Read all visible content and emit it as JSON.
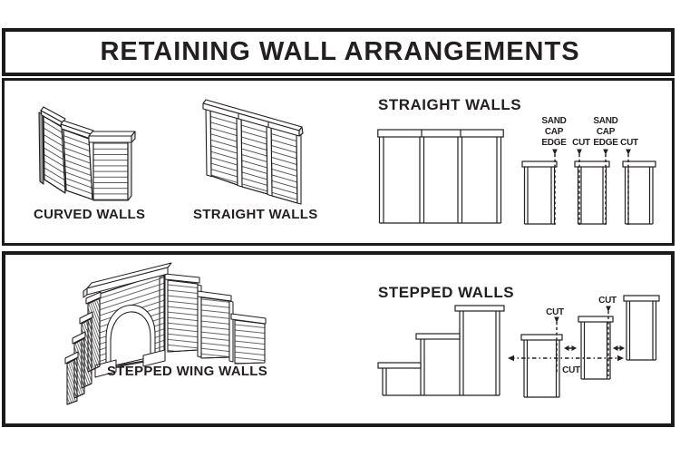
{
  "title": "RETAINING WALL ARRANGEMENTS",
  "colors": {
    "line": "#231f20",
    "border": "#1b1b1b",
    "background": "#ffffff",
    "slat_stroke": "#4a4a4a"
  },
  "top_section": {
    "curved_walls_label": "CURVED WALLS",
    "straight_walls_label": "STRAIGHT WALLS",
    "heading": "STRAIGHT WALLS",
    "cut_guide": {
      "sand_cap_edge": [
        "SAND",
        "CAP",
        "EDGE"
      ],
      "cut_label": "CUT"
    }
  },
  "bottom_section": {
    "stepped_wing_walls_label": "STEPPED WING WALLS",
    "heading": "STEPPED WALLS",
    "cut_guide": {
      "cut_label": "CUT"
    }
  }
}
